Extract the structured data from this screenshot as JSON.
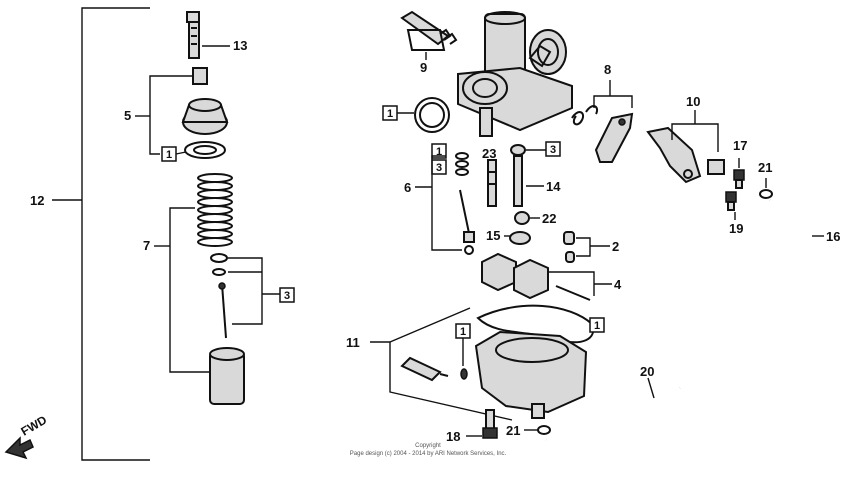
{
  "callouts": {
    "c2": "2",
    "c4": "4",
    "c5": "5",
    "c6": "6",
    "c7": "7",
    "c8": "8",
    "c9": "9",
    "c10": "10",
    "c11": "11",
    "c12": "12",
    "c13": "13",
    "c14": "14",
    "c15": "15",
    "c16": "16",
    "c17": "17",
    "c18": "18",
    "c19": "19",
    "c20": "20",
    "c21a": "21",
    "c21b": "21",
    "c22": "22",
    "c23": "23"
  },
  "boxed_callouts": {
    "b1_gasket": "1",
    "b1_left_washer": "1",
    "b1_jet": "1",
    "b1_bowl_gasket": "1",
    "b1_bowl_screw": "1",
    "b3_clip": "3",
    "b3_needle": "3"
  },
  "fwd_label": "FWD",
  "copyright": {
    "line1": "Copyright",
    "line2": "Page design (c) 2004 - 2014 by ARI Network Services, Inc."
  }
}
